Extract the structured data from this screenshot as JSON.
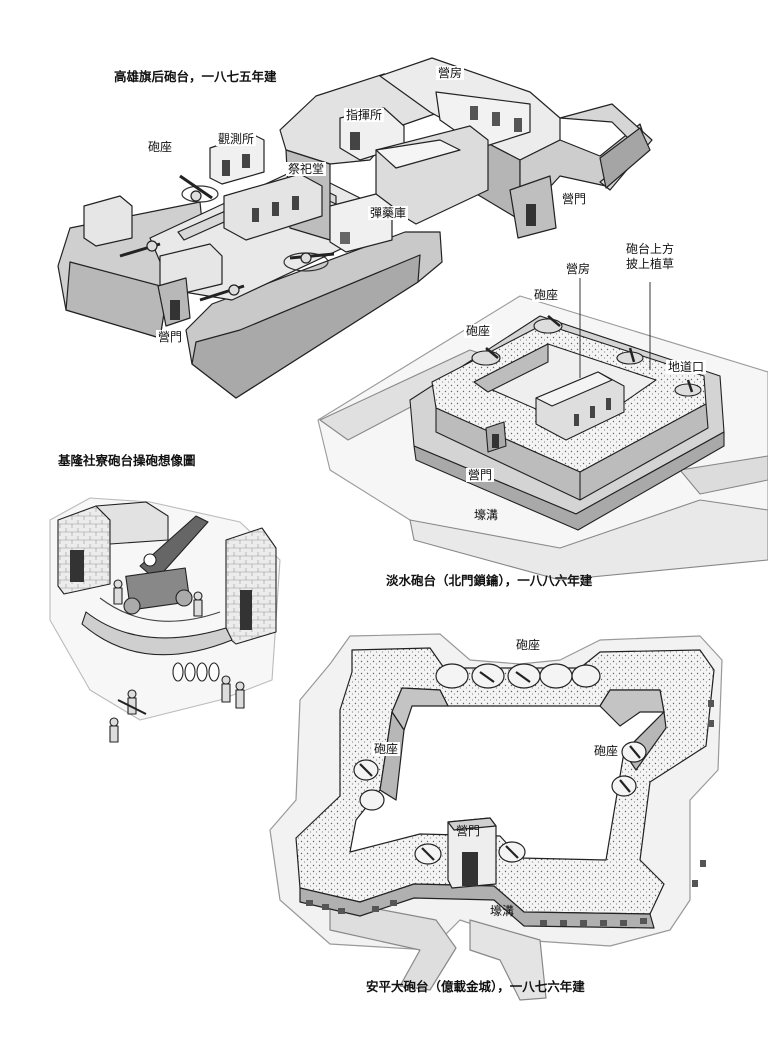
{
  "fort_1": {
    "title": "高雄旗后砲台，一八七五年建",
    "labels": {
      "barracks": "營房",
      "command_post": "指揮所",
      "observation_post": "觀測所",
      "gun_emplacement": "砲座",
      "shrine": "祭祀堂",
      "magazine": "彈藥庫",
      "gate_right": "營門",
      "gate_bottom": "營門"
    }
  },
  "fort_2": {
    "title": "淡水砲台（北門鎖鑰），一八八六年建",
    "labels": {
      "gun_emplacement_top": "砲座",
      "gun_emplacement_left": "砲座",
      "barracks": "營房",
      "grass_line1": "砲台上方",
      "grass_line2": "披上植草",
      "tunnel_entrance": "地道口",
      "gate": "營門",
      "moat": "壕溝"
    }
  },
  "scene_3": {
    "title": "基隆社寮砲台操砲想像圖"
  },
  "fort_4": {
    "title": "安平大砲台（億載金城），一八七六年建",
    "labels": {
      "gun_emplacement_top": "砲座",
      "gun_emplacement_left": "砲座",
      "gun_emplacement_right": "砲座",
      "gate": "營門",
      "moat": "壕溝"
    }
  }
}
